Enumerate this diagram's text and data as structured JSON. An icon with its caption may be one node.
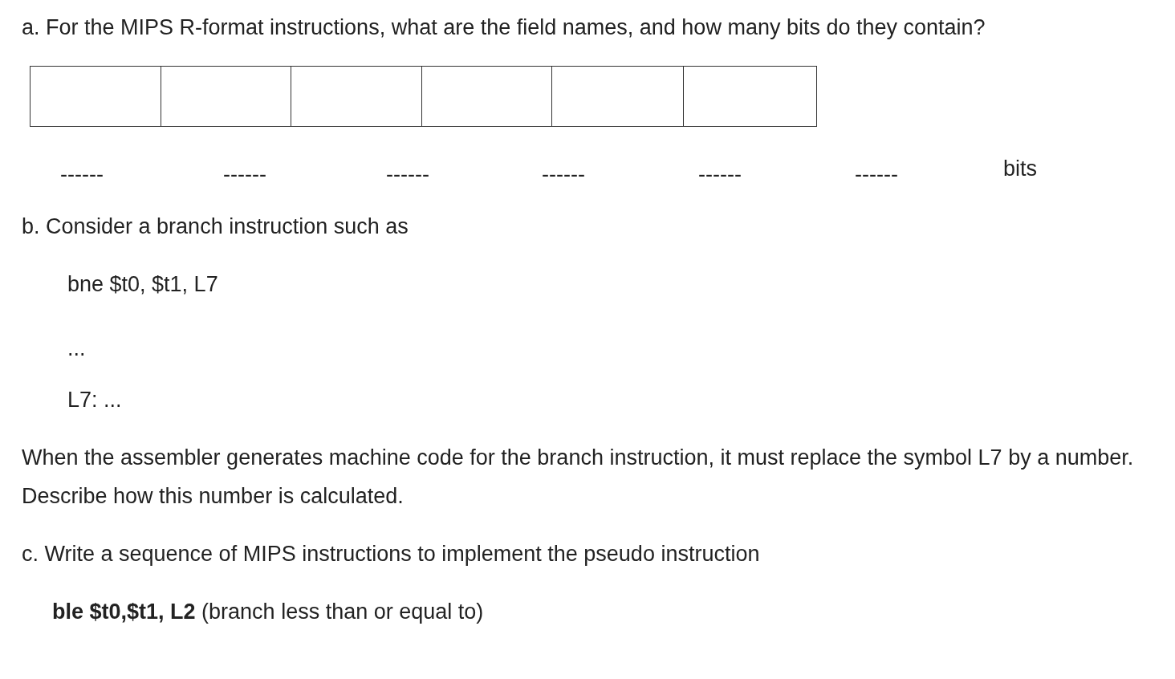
{
  "diagram": {
    "labels": [
      "a. For the MIPS R-format instructions, what are the field names, and how many bits do they contain?",
      "------",
      "------",
      "------",
      "------",
      "------",
      "------",
      "bits",
      "b. Consider a branch instruction such as",
      "bne $t0, $t1, L7",
      "...",
      "L7: ...",
      "When the assembler generates machine code for the branch instruction, it must replace the symbol L7 by a number. Describe how this number is calculated.",
      "c. Write a sequence of MIPS instructions to implement the pseudo instruction",
      "**ble $t0,$t1, L2** (branch less than or equal to)"
    ]
  }
}
